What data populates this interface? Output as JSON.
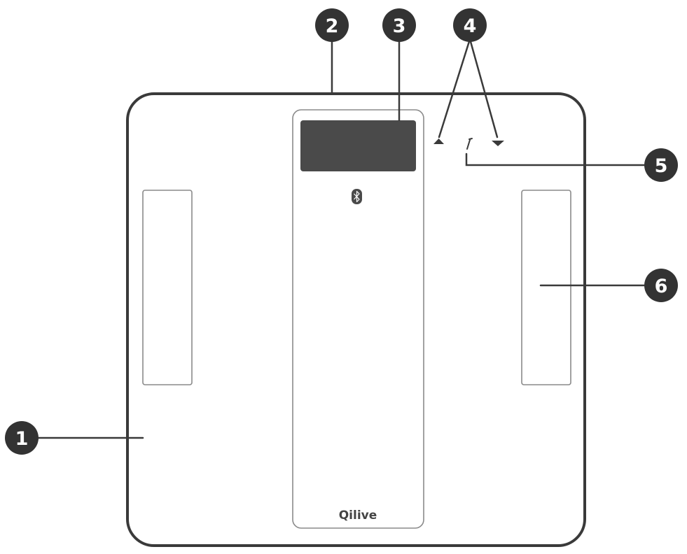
{
  "colors": {
    "line": "#3a3a3a",
    "panel_outline": "#8a8a8a",
    "display": "#4a4a4a",
    "badge": "#333333",
    "badge_text": "#ffffff",
    "background": "#ffffff"
  },
  "brand": {
    "logo_text": "Qilive"
  },
  "icons": {
    "bluetooth": "bluetooth-icon",
    "arrow_up": "triangle-up-icon",
    "arrow_down": "triangle-down-icon",
    "unit_switch": "slash-switch-icon"
  },
  "callouts": [
    {
      "id": "1",
      "label": "1"
    },
    {
      "id": "2",
      "label": "2"
    },
    {
      "id": "3",
      "label": "3"
    },
    {
      "id": "4",
      "label": "4"
    },
    {
      "id": "5",
      "label": "5"
    },
    {
      "id": "6",
      "label": "6"
    }
  ]
}
